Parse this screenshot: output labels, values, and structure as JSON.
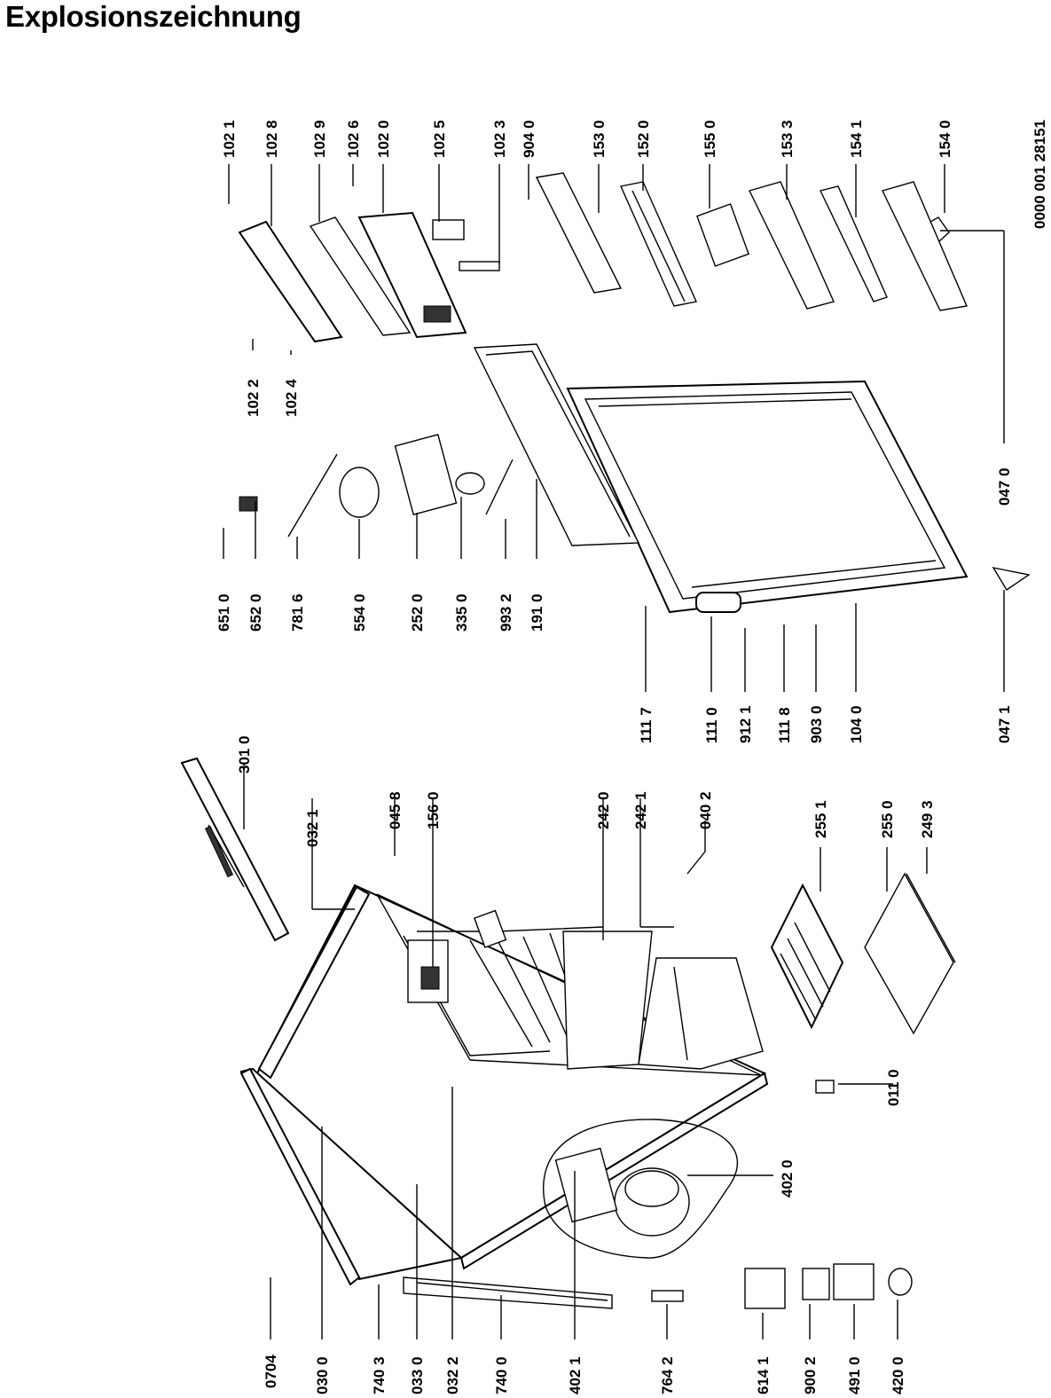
{
  "title": "Explosionszeichnung",
  "document_number": "0000 001 28151",
  "labels": [
    "102 1",
    "102 8",
    "102 9",
    "102 6",
    "102 0",
    "102 5",
    "102 3",
    "904 0",
    "153 0",
    "152 0",
    "155 0",
    "153 3",
    "154 1",
    "154 0",
    "102 2",
    "102 4",
    "651 0",
    "652 0",
    "781 6",
    "554 0",
    "252 0",
    "335 0",
    "993 2",
    "191 0",
    "111 7",
    "111 0",
    "912 1",
    "111 8",
    "903 0",
    "104 0",
    "047 0",
    "047 1",
    "301 0",
    "032 1",
    "045 8",
    "156 0",
    "242 0",
    "242 1",
    "040 2",
    "255 1",
    "255 0",
    "249 3",
    "011 0",
    "402 0",
    "0704",
    "030 0",
    "740 3",
    "033 0",
    "032 2",
    "740 0",
    "402 1",
    "764 2",
    "614 1",
    "900 2",
    "491 0",
    "420 0"
  ]
}
